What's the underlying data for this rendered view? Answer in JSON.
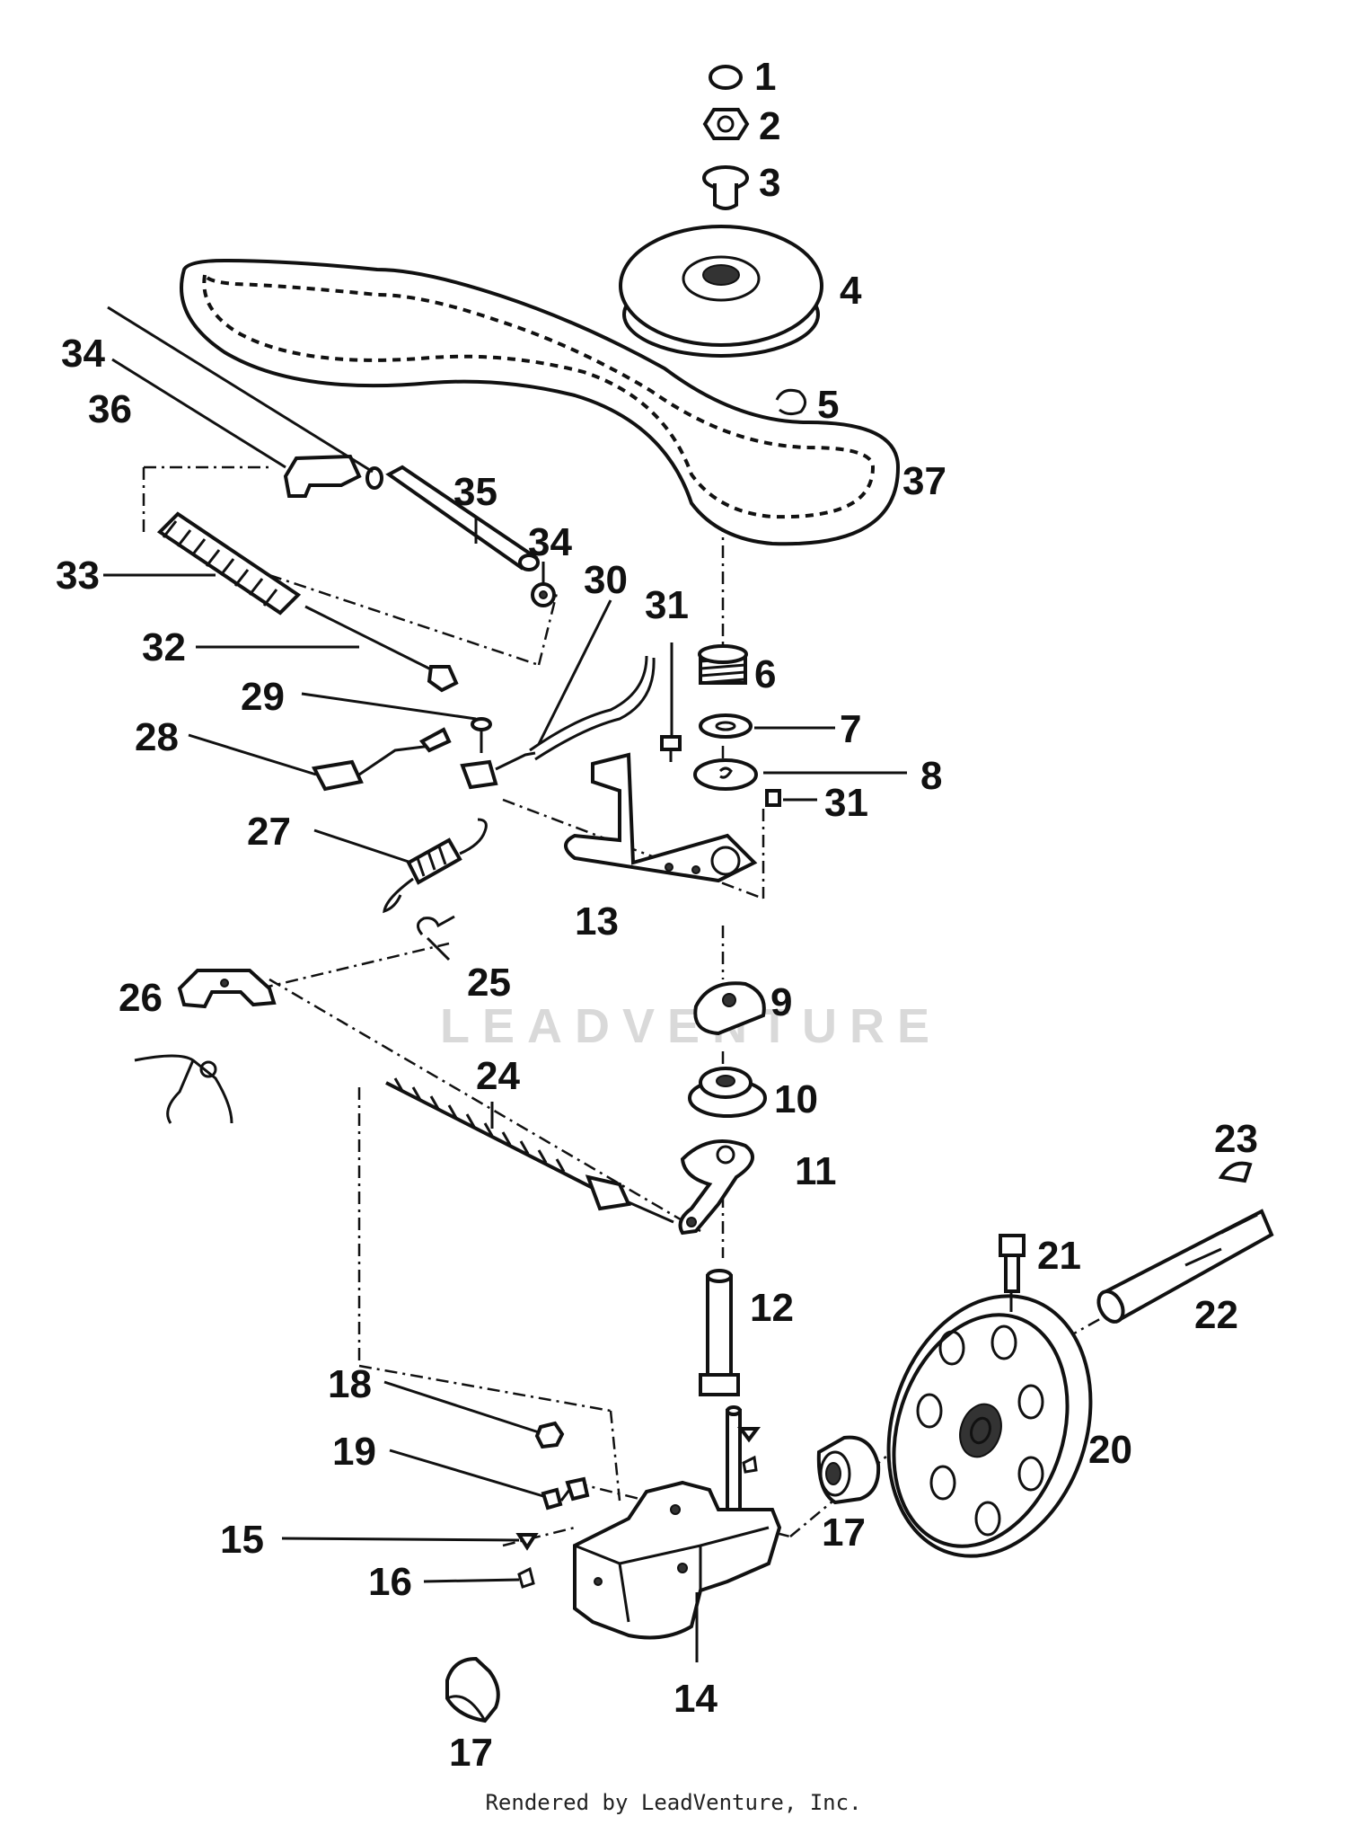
{
  "watermark": "LEADVENTURE",
  "footer": "Rendered by LeadVenture, Inc.",
  "callouts": {
    "c1": "1",
    "c2": "2",
    "c3": "3",
    "c4": "4",
    "c5": "5",
    "c6": "6",
    "c7": "7",
    "c8": "8",
    "c9": "9",
    "c10": "10",
    "c11": "11",
    "c12": "12",
    "c13": "13",
    "c14": "14",
    "c15": "15",
    "c16": "16",
    "c17a": "17",
    "c17b": "17",
    "c18": "18",
    "c19": "19",
    "c20": "20",
    "c21": "21",
    "c22": "22",
    "c23": "23",
    "c24": "24",
    "c25": "25",
    "c26": "26",
    "c27": "27",
    "c28": "28",
    "c29": "29",
    "c30": "30",
    "c31a": "31",
    "c31b": "31",
    "c32": "32",
    "c33": "33",
    "c34a": "34",
    "c34b": "34",
    "c35": "35",
    "c36": "36",
    "c37": "37"
  }
}
